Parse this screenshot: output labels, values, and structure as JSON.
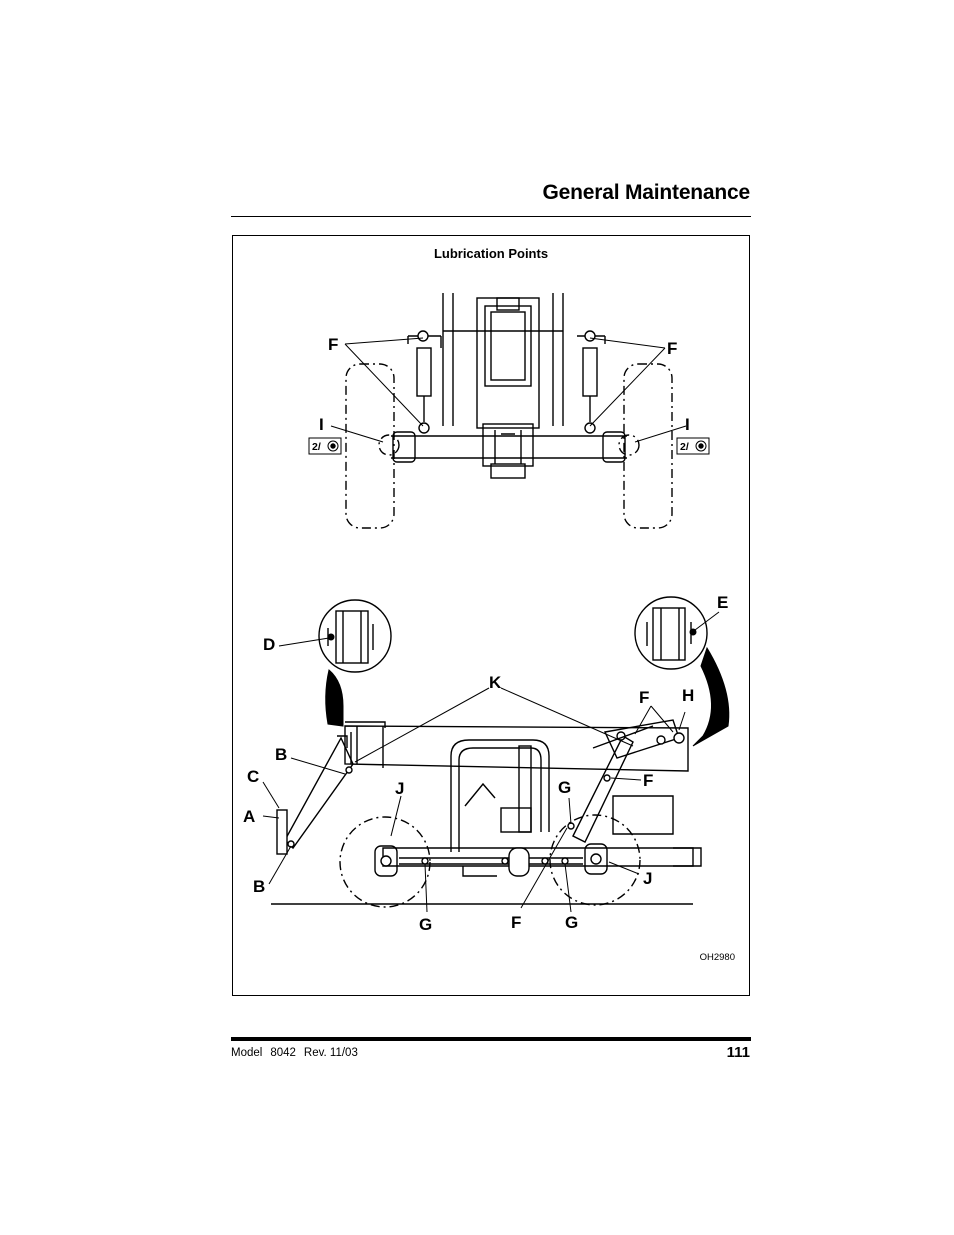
{
  "header": {
    "title": "General Maintenance"
  },
  "figure": {
    "caption": "Lubrication Points",
    "code": "OH2980",
    "interval_symbol": "2/",
    "callouts": {
      "A": "A",
      "B": "B",
      "C": "C",
      "D": "D",
      "E": "E",
      "F": "F",
      "G": "G",
      "H": "H",
      "I": "I",
      "J": "J",
      "K": "K"
    }
  },
  "footer": {
    "model_label": "Model",
    "model_number": "8042",
    "revision": "Rev. 11/03",
    "page_number": "111"
  }
}
